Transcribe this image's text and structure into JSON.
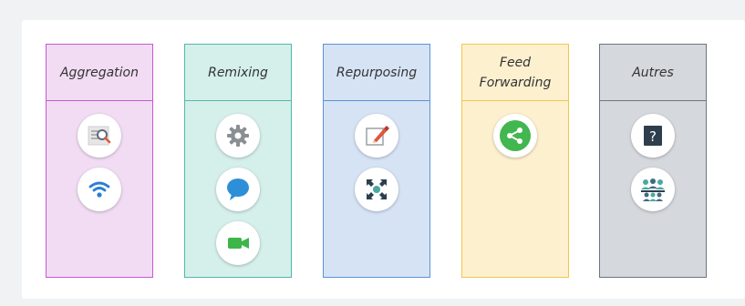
{
  "columns": [
    {
      "title": "Aggregation",
      "bg": "#f1dcf3",
      "border": "#c758d4",
      "icons": [
        "document-search-icon",
        "wifi-icon"
      ]
    },
    {
      "title": "Remixing",
      "bg": "#d5efeb",
      "border": "#4fb9a8",
      "icons": [
        "gear-icon",
        "chat-bubble-icon",
        "video-camera-icon"
      ]
    },
    {
      "title": "Repurposing",
      "bg": "#d5e3f5",
      "border": "#5b93d6",
      "icons": [
        "edit-pencil-icon",
        "compress-arrows-icon"
      ]
    },
    {
      "title": "Feed\nForwarding",
      "bg": "#fdf0cf",
      "border": "#f3c74c",
      "icons": [
        "share-icon"
      ]
    },
    {
      "title": "Autres",
      "bg": "#d5d8dd",
      "border": "#6d7581",
      "icons": [
        "question-mark-icon",
        "people-group-icon"
      ]
    }
  ],
  "icon_glyphs": {
    "question_mark": "?"
  }
}
